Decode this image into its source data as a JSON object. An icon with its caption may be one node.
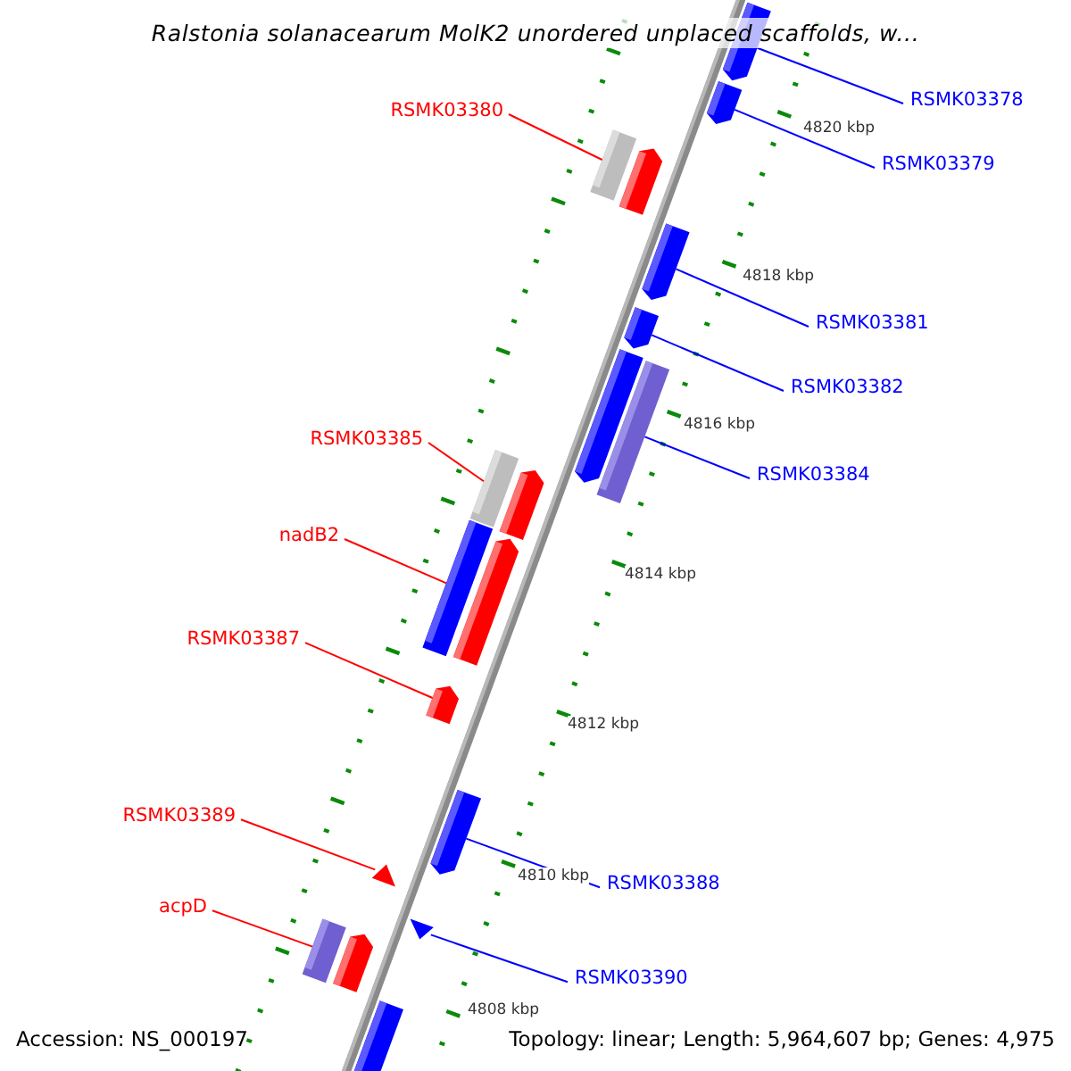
{
  "diagram": {
    "title": "Ralstonia solanacearum MolK2 unordered unplaced scaffolds, w...",
    "nodes": [
      {
        "text": [
          "RSMK03378"
        ]
      },
      {
        "text": [
          "RSMK03379"
        ]
      },
      {
        "text": [
          "RSMK03380"
        ]
      },
      {
        "text": [
          "RSMK03381"
        ]
      },
      {
        "text": [
          "RSMK03382"
        ]
      },
      {
        "text": [
          "RSMK03385"
        ]
      },
      {
        "text": [
          "RSMK03384"
        ]
      },
      {
        "text": [
          "nadB2"
        ]
      },
      {
        "text": [
          "RSMK03387"
        ]
      },
      {
        "text": [
          "RSMK03389"
        ]
      },
      {
        "text": [
          "RSMK03388"
        ]
      },
      {
        "text": [
          "acpD"
        ]
      },
      {
        "text": [
          "RSMK03390"
        ]
      },
      {
        "text": [],
        "shape": "bar"
      },
      {
        "text": [],
        "shape": "bar"
      },
      {
        "text": [],
        "shape": "bar"
      },
      {
        "text": [],
        "shape": "bar"
      },
      {
        "text": [],
        "shape": "bar"
      },
      {
        "text": [],
        "shape": "bar"
      },
      {
        "text": [],
        "shape": "bar"
      },
      {
        "text": [],
        "shape": "bar"
      },
      {
        "text": [],
        "shape": "bar"
      },
      {
        "text": [],
        "shape": "bar"
      },
      {
        "text": [],
        "shape": "bar"
      },
      {
        "text": [],
        "shape": "bar"
      },
      {
        "text": [],
        "shape": "bar"
      },
      {
        "text": [],
        "shape": "bar"
      },
      {
        "text": [],
        "shape": "bar"
      },
      {
        "text": [],
        "shape": "bar"
      },
      {
        "text": [],
        "shape": "bar"
      },
      {
        "text": [],
        "shape": "bar"
      },
      {
        "text": [],
        "shape": "bar"
      }
    ],
    "edges": [
      {
        "from": 0,
        "to": 13,
        "arrow": "none"
      },
      {
        "from": 1,
        "to": 14,
        "arrow": "none"
      },
      {
        "from": 2,
        "to": 15,
        "arrow": "none",
        "color": "#ff0000"
      },
      {
        "from": 3,
        "to": 17,
        "arrow": "none"
      },
      {
        "from": 4,
        "to": 18,
        "arrow": "none"
      },
      {
        "from": 5,
        "to": 21,
        "arrow": "none",
        "color": "#ff0000"
      },
      {
        "from": 6,
        "to": 20,
        "arrow": "none"
      },
      {
        "from": 7,
        "to": 23,
        "arrow": "none",
        "color": "#ff0000"
      },
      {
        "from": 8,
        "to": 25,
        "arrow": "none",
        "color": "#ff0000"
      },
      {
        "from": 9,
        "to": 27,
        "arrow": "none",
        "color": "#ff0000"
      },
      {
        "from": 10,
        "to": 26,
        "arrow": "none"
      },
      {
        "from": 11,
        "to": 29,
        "arrow": "none",
        "color": "#ff0000"
      },
      {
        "from": 12,
        "to": 28,
        "arrow": "none"
      }
    ],
    "labels": [
      "4820 kbp",
      "4818 kbp",
      "4816 kbp",
      "4814 kbp",
      "4812 kbp",
      "4810 kbp",
      "4808 kbp",
      "Accession: NS_000197",
      "Topology: linear; Length: 5,964,607 bp; Genes: 4,975"
    ]
  }
}
